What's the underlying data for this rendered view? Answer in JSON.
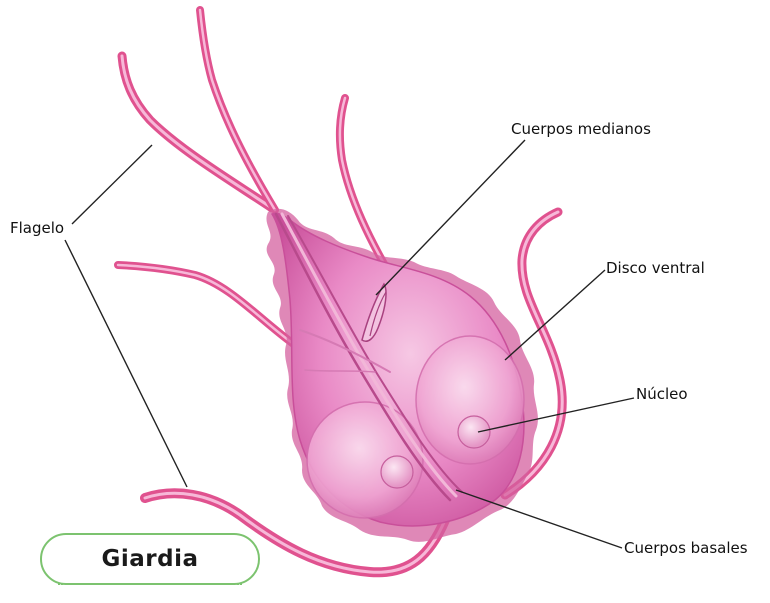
{
  "title": "Giardia",
  "labels": {
    "flagelo": "Flagelo",
    "cuerpos_medianos": "Cuerpos medianos",
    "disco_ventral": "Disco ventral",
    "nucleo": "Núcleo",
    "cuerpos_basales": "Cuerpos basales"
  },
  "colors": {
    "body": "#e98ac6",
    "body_dark": "#c94f9a",
    "flagellum": "#e0528f",
    "disc": "#f5c4e2",
    "badge_border": "#7cc36f",
    "line": "#222222"
  }
}
